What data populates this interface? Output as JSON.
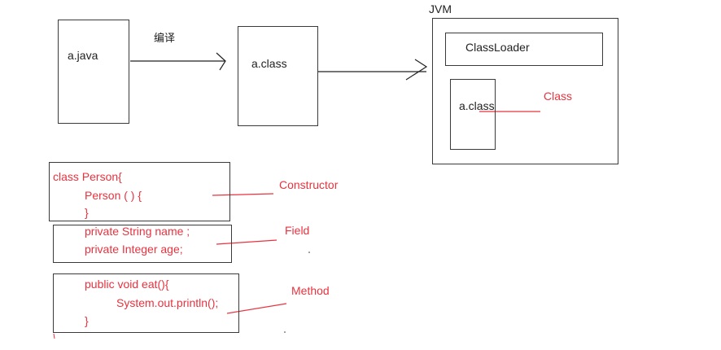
{
  "top": {
    "source_file": "a.java",
    "compile_label": "编译",
    "class_file": "a.class",
    "jvm_label": "JVM",
    "classloader_label": "ClassLoader",
    "jvm_class_file": "a.class",
    "class_annotation": "Class"
  },
  "code": {
    "constructor_block": [
      "class Person{",
      "Person (  ) {",
      "}"
    ],
    "field_block": [
      "private String name ;",
      "private Integer age;"
    ],
    "method_block": [
      "public void eat(){",
      "System.out.println();",
      "}"
    ]
  },
  "annotations": {
    "constructor": "Constructor",
    "field": "Field",
    "method": "Method"
  },
  "colors": {
    "annotation_red": "#e8333f",
    "box_border": "#3a3a3a"
  }
}
